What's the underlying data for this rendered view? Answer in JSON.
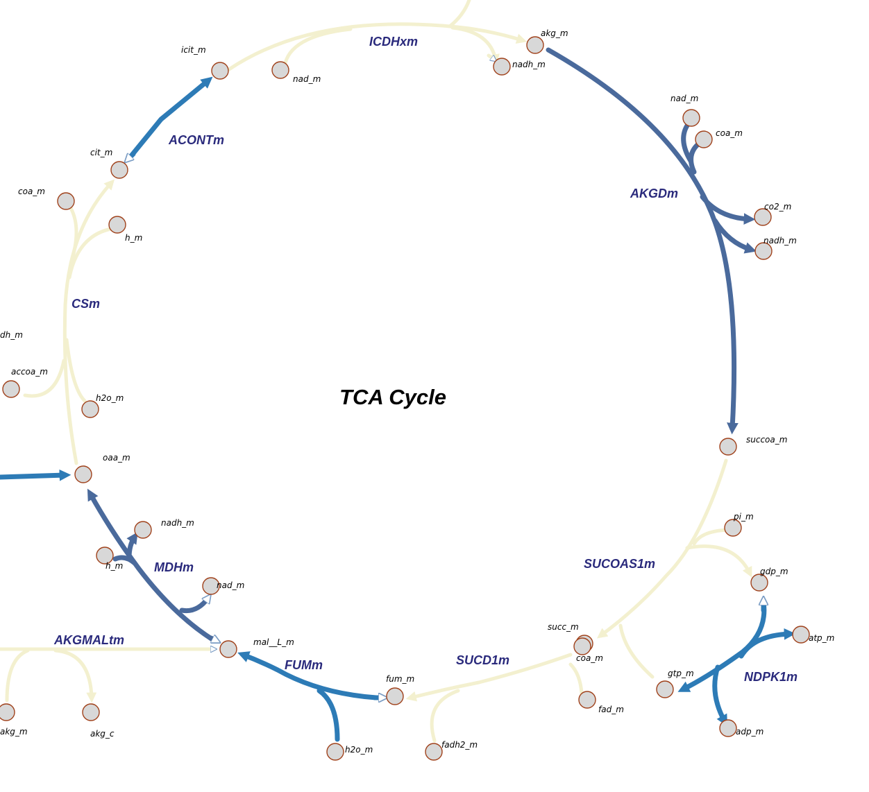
{
  "title": "TCA Cycle",
  "colors": {
    "inactive_flux": "#f3f0cf",
    "flux_blue": "#2d7bb6",
    "flux_slate": "#4a6a9c",
    "node_fill": "#d8d8d8",
    "node_stroke": "#a0421c",
    "reaction_label": "#2a2a7c"
  },
  "reactions": [
    {
      "id": "ICDHxm",
      "label": "ICDHxm"
    },
    {
      "id": "ACONTm",
      "label": "ACONTm"
    },
    {
      "id": "AKGDm",
      "label": "AKGDm"
    },
    {
      "id": "CSm",
      "label": "CSm"
    },
    {
      "id": "MDHm",
      "label": "MDHm"
    },
    {
      "id": "SUCOAS1m",
      "label": "SUCOAS1m"
    },
    {
      "id": "AKGMALtm",
      "label": "AKGMALtm"
    },
    {
      "id": "FUMm",
      "label": "FUMm"
    },
    {
      "id": "SUCD1m",
      "label": "SUCD1m"
    },
    {
      "id": "NDPK1m",
      "label": "NDPK1m"
    }
  ],
  "metabolites": [
    {
      "id": "akg_m_top",
      "label": "akg_m"
    },
    {
      "id": "nadh_m_icdh",
      "label": "nadh_m"
    },
    {
      "id": "icit_m",
      "label": "icit_m"
    },
    {
      "id": "nad_m_icdh",
      "label": "nad_m"
    },
    {
      "id": "nad_m_akgd",
      "label": "nad_m"
    },
    {
      "id": "coa_m_akgd",
      "label": "coa_m"
    },
    {
      "id": "co2_m",
      "label": "co2_m"
    },
    {
      "id": "nadh_m_akgd",
      "label": "nadh_m"
    },
    {
      "id": "cit_m",
      "label": "cit_m"
    },
    {
      "id": "coa_m_cs",
      "label": "coa_m"
    },
    {
      "id": "h_m_cs",
      "label": "h_m"
    },
    {
      "id": "nadh_m_left",
      "label": "dh_m"
    },
    {
      "id": "accoa_m",
      "label": "accoa_m"
    },
    {
      "id": "h2o_m_cs",
      "label": "h2o_m"
    },
    {
      "id": "oaa_m",
      "label": "oaa_m"
    },
    {
      "id": "succoa_m",
      "label": "succoa_m"
    },
    {
      "id": "nadh_m_mdh",
      "label": "nadh_m"
    },
    {
      "id": "h_m_mdh",
      "label": "h_m"
    },
    {
      "id": "nad_m_mdh",
      "label": "nad_m"
    },
    {
      "id": "pi_m",
      "label": "pi_m"
    },
    {
      "id": "gdp_m",
      "label": "gdp_m"
    },
    {
      "id": "succ_m",
      "label": "succ_m"
    },
    {
      "id": "coa_m_sucoas",
      "label": "coa_m"
    },
    {
      "id": "atp_m",
      "label": "atp_m"
    },
    {
      "id": "mal_L_m",
      "label": "mal__L_m"
    },
    {
      "id": "fum_m",
      "label": "fum_m"
    },
    {
      "id": "fad_m",
      "label": "fad_m"
    },
    {
      "id": "gtp_m",
      "label": "gtp_m"
    },
    {
      "id": "akg_m_bottom",
      "label": "akg_m"
    },
    {
      "id": "akg_c",
      "label": "akg_c"
    },
    {
      "id": "h2o_m_fum",
      "label": "h2o_m"
    },
    {
      "id": "fadh2_m",
      "label": "fadh2_m"
    },
    {
      "id": "adp_m",
      "label": "adp_m"
    }
  ]
}
